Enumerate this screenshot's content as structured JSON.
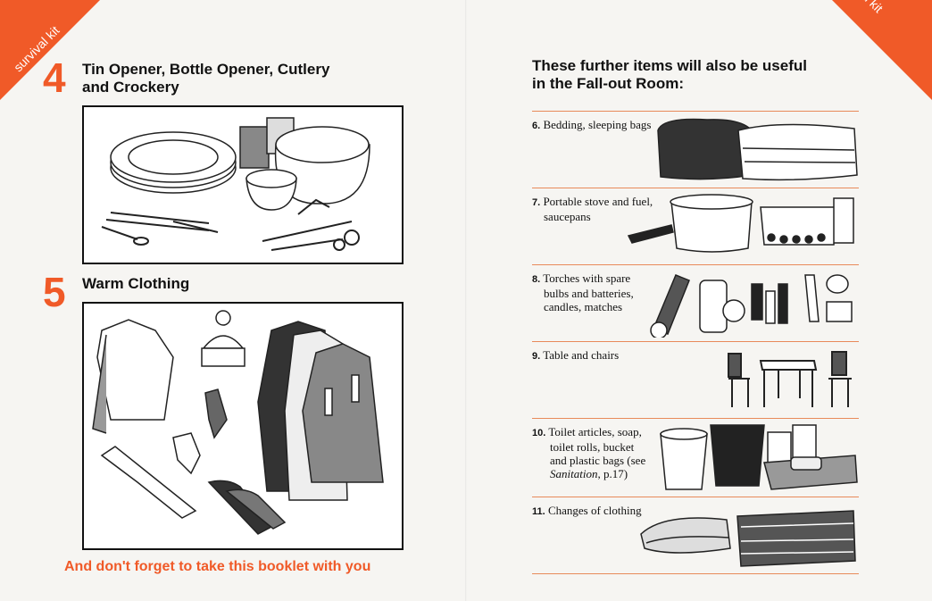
{
  "left_page": {
    "corner_label": "survival kit",
    "section4": {
      "number": "4",
      "heading_line1": "Tin Opener, Bottle Opener, Cutlery",
      "heading_line2": "and Crockery"
    },
    "section5": {
      "number": "5",
      "heading": "Warm Clothing"
    },
    "reminder": "And don't forget to take this booklet with you"
  },
  "right_page": {
    "corner_label": "survival kit",
    "title_line1": "These further items will also be useful",
    "title_line2": "in the Fall-out Room:",
    "items": [
      {
        "number": "6.",
        "lines": [
          "Bedding, sleeping bags"
        ]
      },
      {
        "number": "7.",
        "lines": [
          "Portable stove and fuel,",
          "saucepans"
        ]
      },
      {
        "number": "8.",
        "lines": [
          "Torches with spare",
          "bulbs and batteries,",
          "candles, matches"
        ]
      },
      {
        "number": "9.",
        "lines": [
          "Table and chairs"
        ]
      },
      {
        "number": "10.",
        "lines": [
          "Toilet articles, soap,",
          "toilet rolls, bucket",
          "and plastic bags (see"
        ],
        "ref_italic": "Sanitation",
        "ref_rest": ", p.17)"
      },
      {
        "number": "11.",
        "lines": [
          "Changes of clothing"
        ]
      }
    ]
  },
  "colors": {
    "accent": "#f05a28",
    "rule": "#e88a5a",
    "ink": "#111111"
  }
}
